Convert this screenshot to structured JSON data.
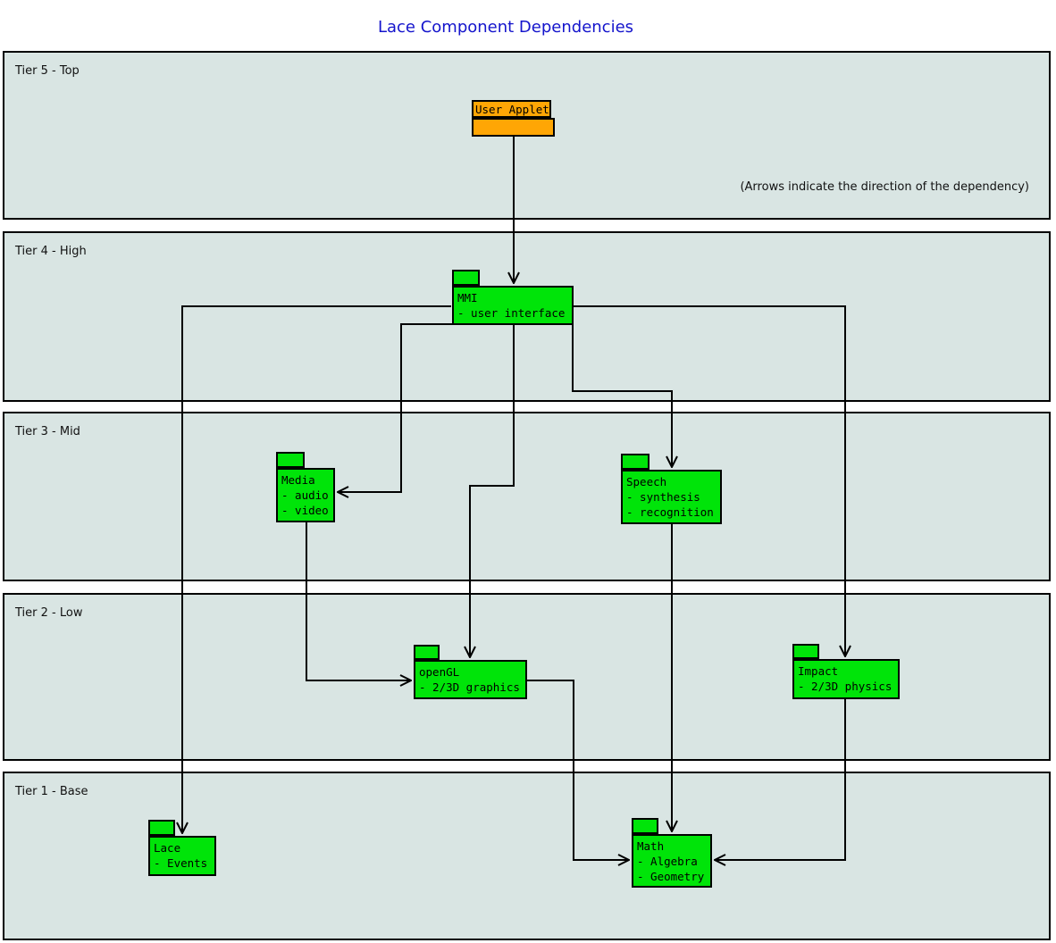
{
  "title": "Lace Component Dependencies",
  "annotation": "(Arrows indicate the direction of the dependency)",
  "tiers": [
    {
      "label": "Tier 5 - Top"
    },
    {
      "label": "Tier 4 - High"
    },
    {
      "label": "Tier 3 - Mid"
    },
    {
      "label": "Tier 2 - Low"
    },
    {
      "label": "Tier 1 - Base"
    }
  ],
  "components": {
    "user_applet": {
      "title": "User Applet",
      "lines": []
    },
    "mmi": {
      "title": "MMI",
      "lines": [
        "- user interface"
      ]
    },
    "media": {
      "title": "Media",
      "lines": [
        "- audio",
        "- video"
      ]
    },
    "speech": {
      "title": "Speech",
      "lines": [
        "- synthesis",
        "- recognition"
      ]
    },
    "opengl": {
      "title": "openGL",
      "lines": [
        "- 2/3D graphics"
      ]
    },
    "impact": {
      "title": "Impact",
      "lines": [
        "- 2/3D physics"
      ]
    },
    "lace": {
      "title": "Lace",
      "lines": [
        "- Events"
      ]
    },
    "math": {
      "title": "Math",
      "lines": [
        "- Algebra",
        "- Geometry"
      ]
    }
  },
  "edges": [
    {
      "from": "user_applet",
      "to": "mmi"
    },
    {
      "from": "mmi",
      "to": "lace"
    },
    {
      "from": "mmi",
      "to": "media"
    },
    {
      "from": "mmi",
      "to": "opengl"
    },
    {
      "from": "mmi",
      "to": "speech"
    },
    {
      "from": "mmi",
      "to": "impact"
    },
    {
      "from": "media",
      "to": "opengl"
    },
    {
      "from": "speech",
      "to": "math"
    },
    {
      "from": "opengl",
      "to": "math"
    },
    {
      "from": "impact",
      "to": "math"
    }
  ],
  "colors": {
    "title-color": "#1414cc",
    "band-bg": "#d9e5e3",
    "package-green": "#00e409",
    "applet-orange": "#ffa605",
    "line-color": "#000000"
  }
}
